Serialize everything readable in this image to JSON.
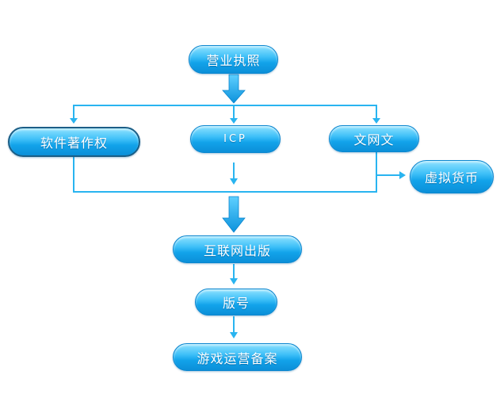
{
  "nodes": {
    "business_license": "营业执照",
    "software_copyright": "软件著作权",
    "icp": "ICP",
    "culture_permit": "文网文",
    "virtual_currency": "虚拟货币",
    "internet_publishing": "互联网出版",
    "version_number": "版号",
    "game_operation_filing": "游戏运营备案"
  },
  "colors": {
    "node_top": "#8fe2ff",
    "node_bottom": "#0b8fd8",
    "connector": "#29b4f0",
    "arrow": "#1aa6ea",
    "text": "#ffffff"
  }
}
